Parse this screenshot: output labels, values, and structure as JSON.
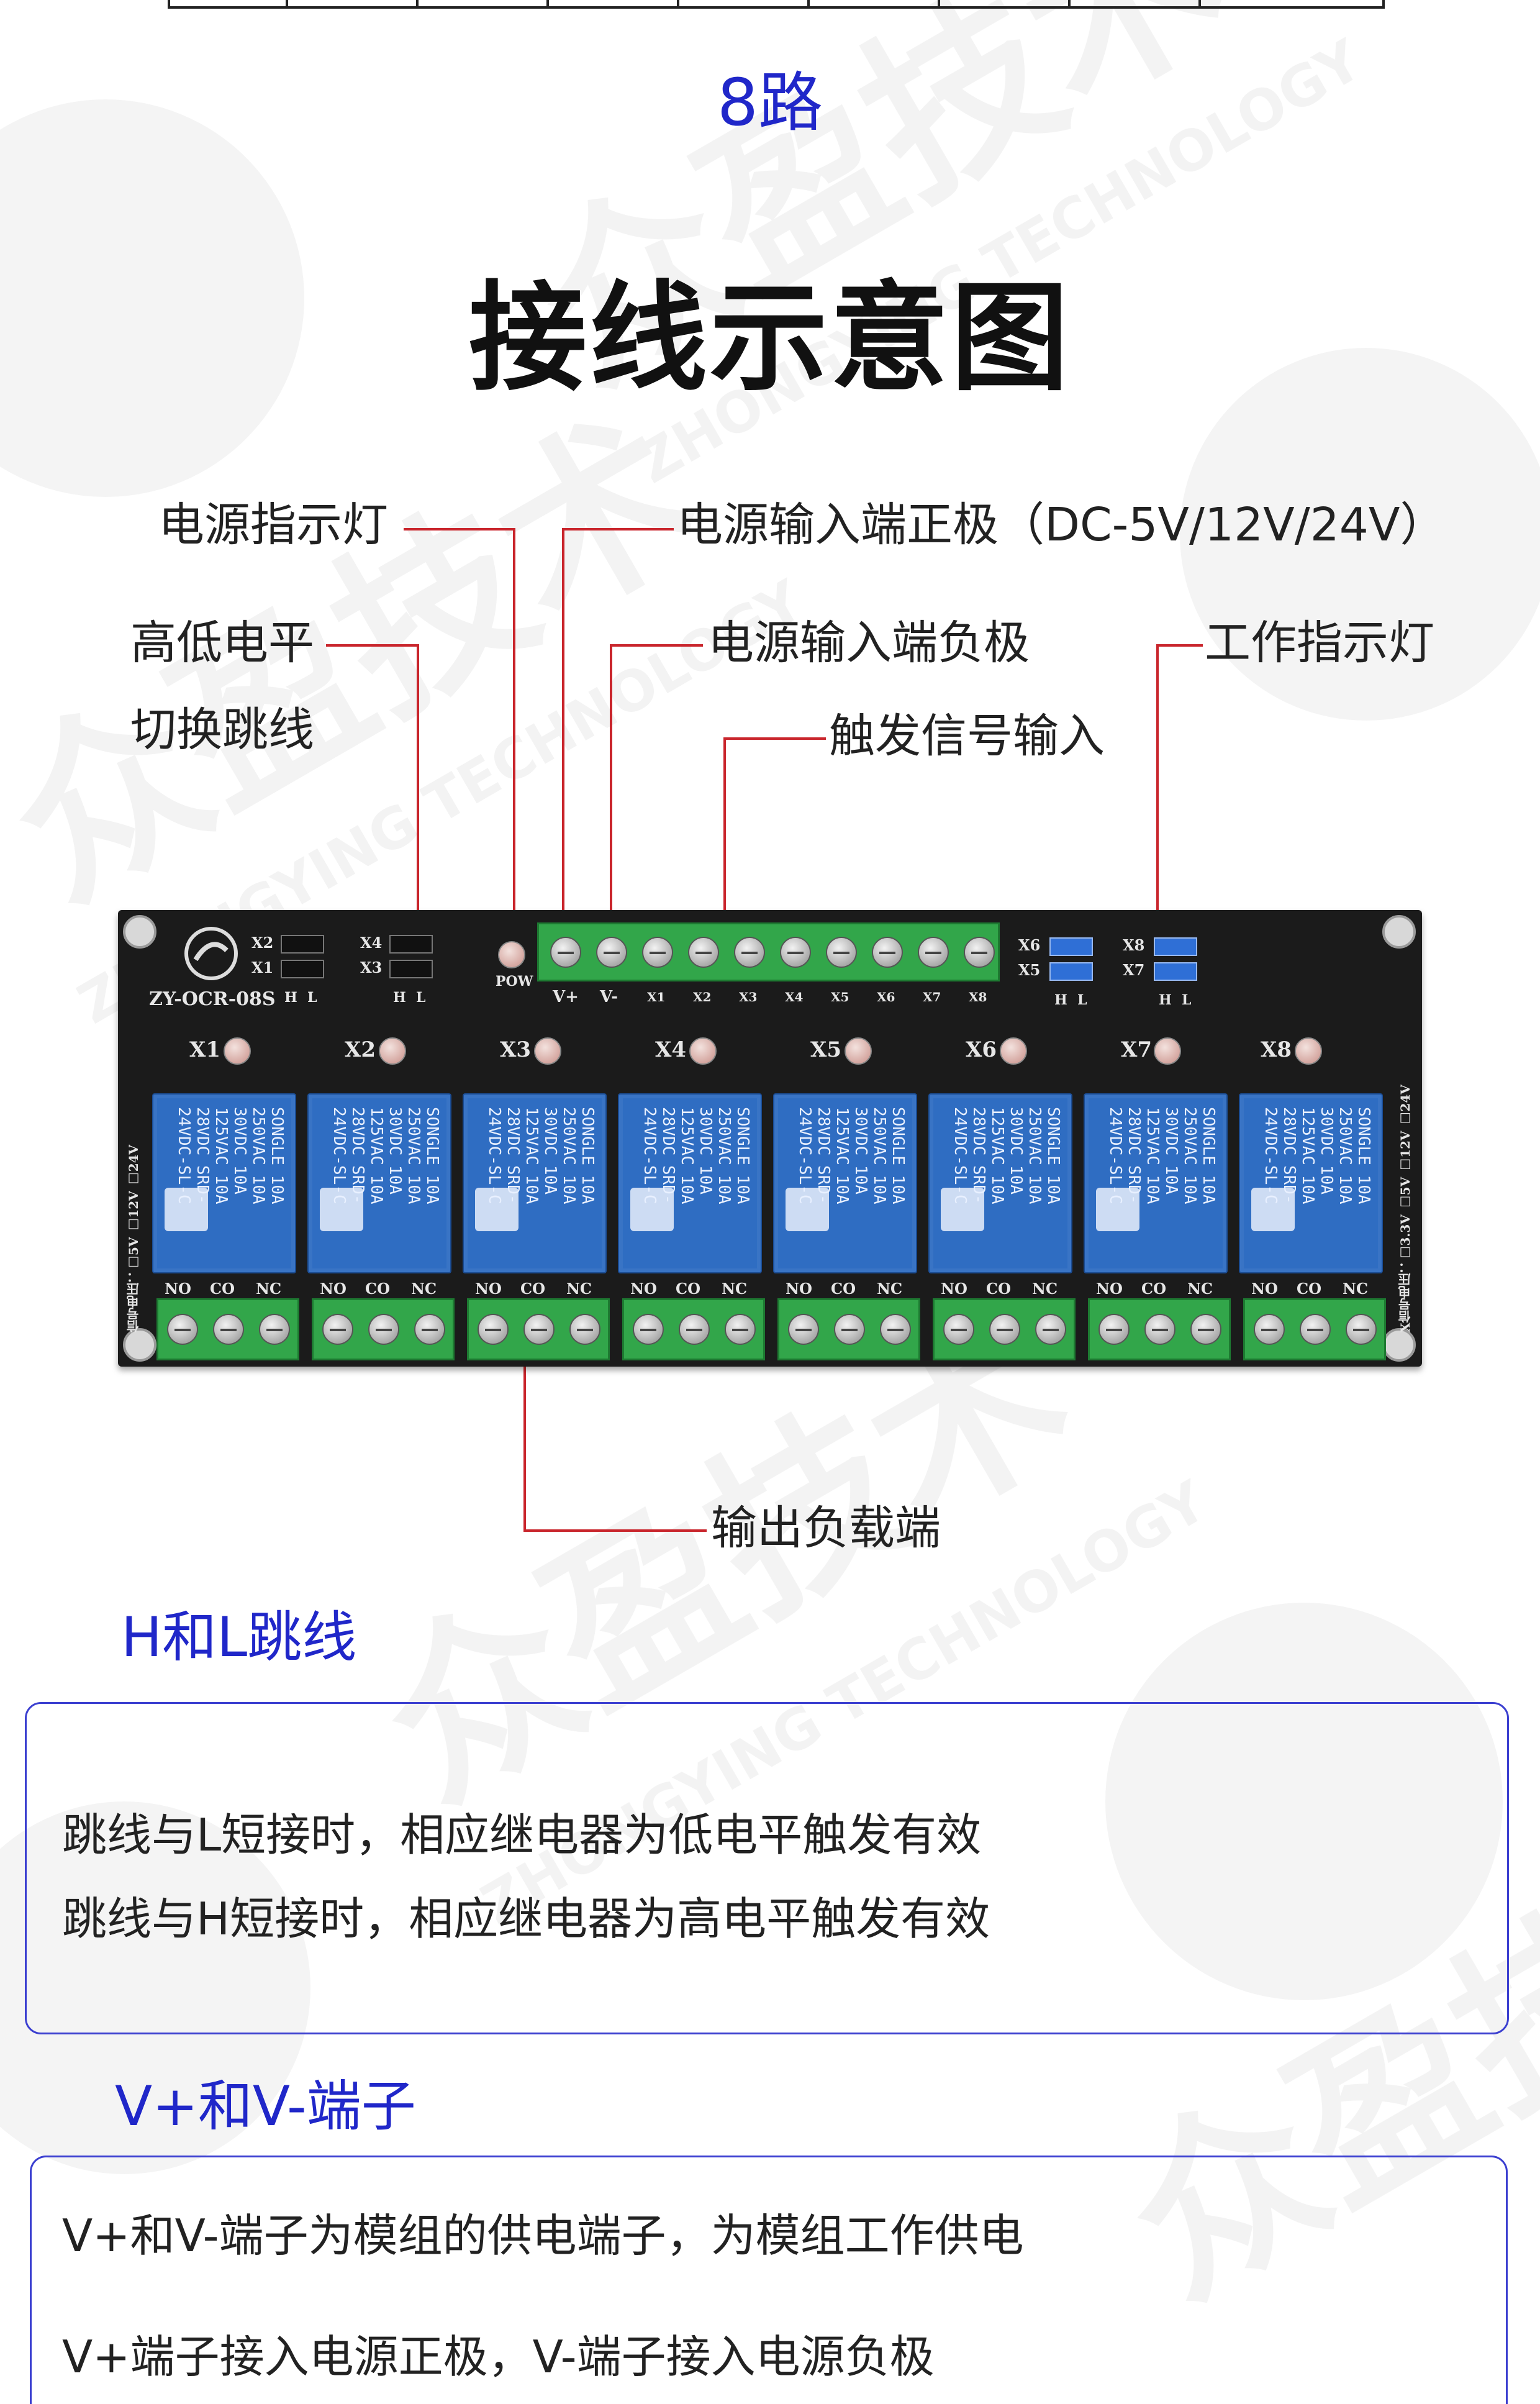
{
  "header": {
    "count_label": "8路",
    "diagram_title": "接线示意图"
  },
  "callouts": {
    "power_indicator": "电源指示灯",
    "level_jumper_line1": "高低电平",
    "level_jumper_line2": "切换跳线",
    "power_positive": "电源输入端正极（DC-5V/12V/24V）",
    "power_negative": "电源输入端负极",
    "trigger_input": "触发信号输入",
    "work_indicator": "工作指示灯",
    "output_load": "输出负载端"
  },
  "board": {
    "model": "ZY-OCR-08S",
    "pow_label": "POW",
    "left_jumpers": [
      "X2",
      "X1",
      "X4",
      "X3"
    ],
    "right_jumpers": [
      "X6",
      "X5",
      "X8",
      "X7"
    ],
    "jumper_hl": [
      "H",
      "L"
    ],
    "input_terminals": [
      "V+",
      "V-",
      "X1",
      "X2",
      "X3",
      "X4",
      "X5",
      "X6",
      "X7",
      "X8"
    ],
    "channels": [
      "X1",
      "X2",
      "X3",
      "X4",
      "X5",
      "X6",
      "X7",
      "X8"
    ],
    "contacts": [
      "NO",
      "CO",
      "NC"
    ],
    "relay_text": "SONGLE 10A 250VAC 10A 30VDC 10A 125VAC 10A 28VDC SRD-24VDC-SL-C",
    "left_voltage_label": "信号电压：□5V □12V □24V",
    "right_voltage_label": "X信号电压：□3.3V □5V □12V □24V"
  },
  "sections": [
    {
      "heading": "H和L跳线",
      "lines": [
        "跳线与L短接时，相应继电器为低电平触发有效",
        "跳线与H短接时，相应继电器为高电平触发有效"
      ]
    },
    {
      "heading": "V+和V-端子",
      "lines": [
        "V+和V-端子为模组的供电端子，为模组工作供电",
        "V+端子接入电源正极，V-端子接入电源负极"
      ]
    }
  ],
  "watermark": {
    "text_cn": "众盈技术",
    "text_en": "ZHONGYING TECHNOLOGY"
  },
  "colors": {
    "heading_blue": "#2027c9",
    "lead_red": "#c9252c",
    "terminal_green": "#32a64a",
    "relay_blue": "#2f6dc2"
  }
}
